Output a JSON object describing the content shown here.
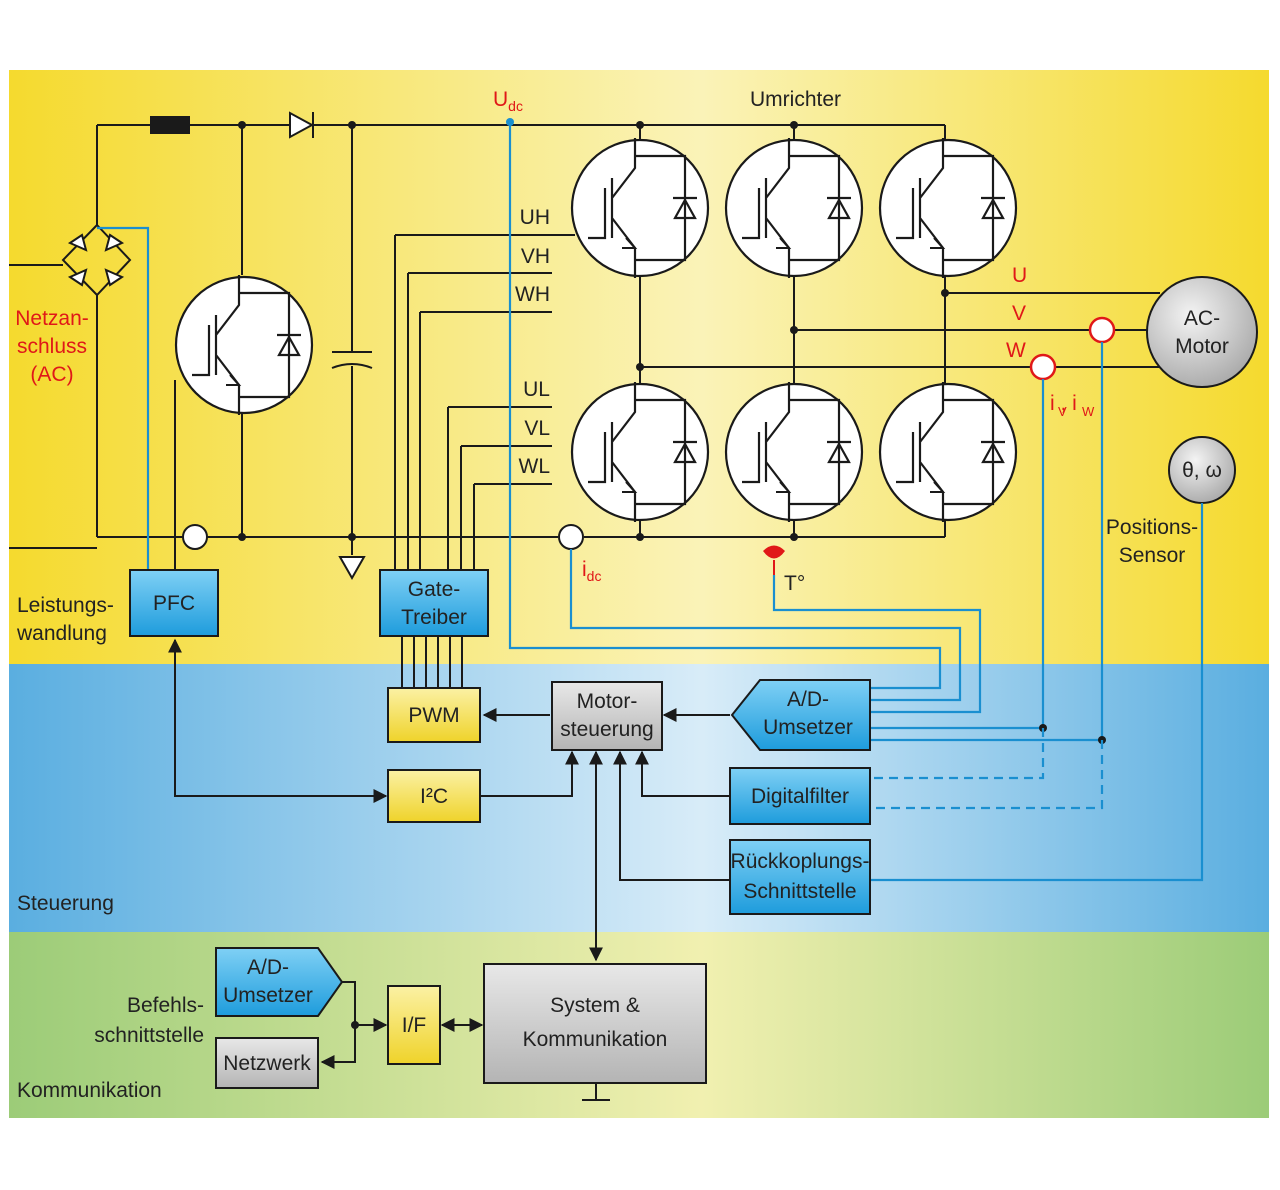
{
  "zones": {
    "power": "Leistungs-\nwandlung",
    "control": "Steuerung",
    "communication": "Kommunikation"
  },
  "labels": {
    "udc": "U",
    "udc_sub": "dc",
    "inverter": "Umrichter",
    "mains": [
      "Netzan-",
      "schluss",
      "(AC)"
    ],
    "gate_high": [
      "UH",
      "VH",
      "WH"
    ],
    "gate_low": [
      "UL",
      "VL",
      "WL"
    ],
    "phases": [
      "U",
      "V",
      "W"
    ],
    "motor": [
      "AC-",
      "Motor"
    ],
    "currents": "i , i",
    "currents_sub": [
      "V",
      "W"
    ],
    "idc": "i",
    "idc_sub": "dc",
    "temp": "T°",
    "theta": "θ, ω",
    "position_sensor": [
      "Positions-",
      "Sensor"
    ],
    "command_interface": [
      "Befehls-",
      "schnittstelle"
    ]
  },
  "blocks": {
    "pfc": "PFC",
    "gate_driver": [
      "Gate-",
      "Treiber"
    ],
    "pwm": "PWM",
    "i2c": "I²C",
    "motor_control": [
      "Motor-",
      "steuerung"
    ],
    "adc": [
      "A/D-",
      "Umsetzer"
    ],
    "digital_filter": "Digitalfilter",
    "feedback": [
      "Rückkoplungs-",
      "Schnittstelle"
    ],
    "adc2": [
      "A/D-",
      "Umsetzer"
    ],
    "network": "Netzwerk",
    "interface": "I/F",
    "system": [
      "System &",
      "Kommunikation"
    ]
  },
  "colors": {
    "power_zone": "#f6e23a",
    "control_zone": "#6cb4e4",
    "comm_zone": "#a8d080",
    "accent_red": "#e01818",
    "signal_blue": "#1a8fd0"
  }
}
